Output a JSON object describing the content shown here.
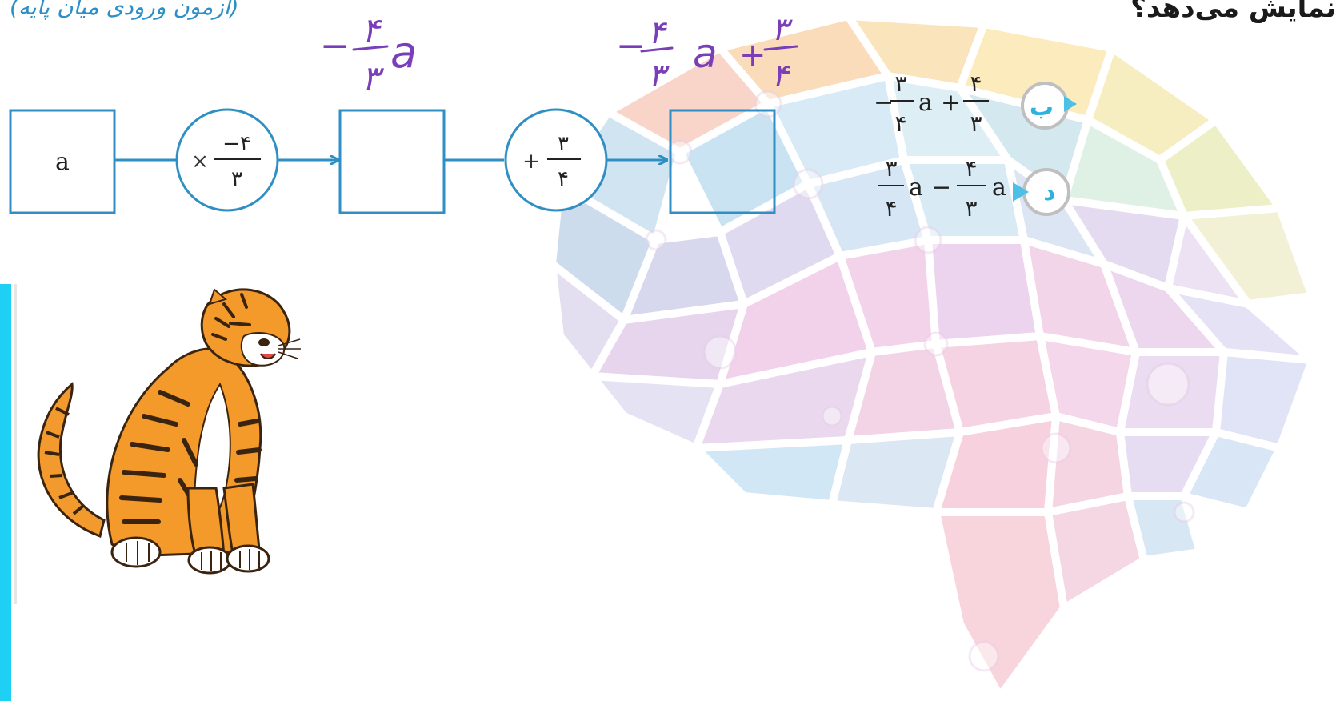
{
  "header": {
    "question_tail": "نمایش می‌دهد؟",
    "source": "(آزمون ورودی میان پایه)"
  },
  "diagram": {
    "input_value": "a",
    "op1": {
      "sign": "×",
      "numerator": "−۴",
      "denominator": "۳"
    },
    "op2": {
      "sign": "+",
      "numerator": "۳",
      "denominator": "۴"
    }
  },
  "handwriting": {
    "after_op1": {
      "sign": "−",
      "numerator": "۴",
      "denominator": "۳",
      "var": "a"
    },
    "after_op2": {
      "sign1": "−",
      "n1": "۴",
      "d1": "۳",
      "var": "a",
      "plus": "+",
      "n2": "۳",
      "d2": "۴"
    }
  },
  "options": [
    {
      "letter": "ب",
      "parts": {
        "s1": "−",
        "n1": "۳",
        "d1": "۴",
        "v1": "a",
        "op": "+",
        "n2": "۴",
        "d2": "۳",
        "v2": ""
      }
    },
    {
      "letter": "د",
      "parts": {
        "s1": "",
        "n1": "۳",
        "d1": "۴",
        "v1": "a",
        "op": "−",
        "n2": "۴",
        "d2": "۳",
        "v2": "a"
      }
    }
  ],
  "colors": {
    "diagram_blue": "#2f8fc4",
    "handwriting_purple": "#7a3fb8",
    "source_blue": "#2d8fc7",
    "option_letter_blue": "#31b1df",
    "accent_cyan": "#1fd0f5"
  },
  "icons": {
    "watermark": "brain-network-watermark",
    "illustration": "tiger-illustration"
  }
}
